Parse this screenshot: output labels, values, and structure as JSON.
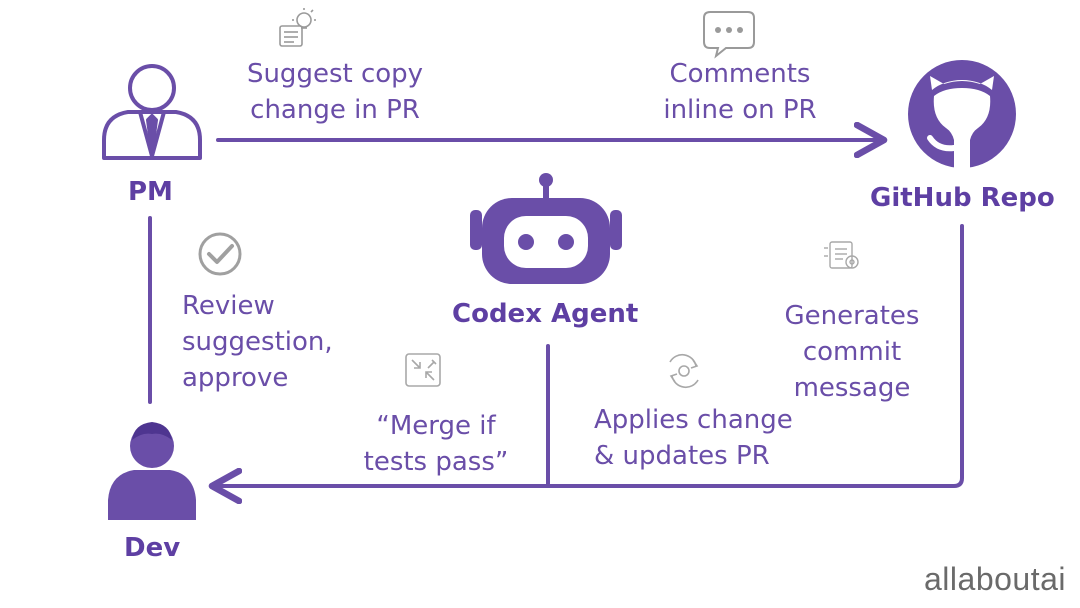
{
  "nodes": {
    "pm": "PM",
    "github": "GitHub Repo",
    "agent": "Codex Agent",
    "dev": "Dev"
  },
  "steps": {
    "suggest": [
      "Suggest copy",
      "change in PR"
    ],
    "comments": [
      "Comments",
      "inline on PR"
    ],
    "generates": [
      "Generates",
      "commit",
      "message"
    ],
    "applies": [
      "Applies change",
      "& updates PR"
    ],
    "merge": [
      "“Merge if",
      "tests pass”"
    ],
    "review": [
      "Review",
      "suggestion,",
      "approve"
    ]
  },
  "watermark": "allaboutai",
  "colors": {
    "primary": "#6a4ea8",
    "icon_gray": "#9a9a9a"
  },
  "icons": [
    "person-pm-icon",
    "github-icon",
    "robot-icon",
    "person-dev-icon",
    "lightbulb-doc-icon",
    "chat-bubble-icon",
    "check-circle-icon",
    "doc-gear-icon",
    "sync-gear-icon",
    "merge-arrows-icon"
  ]
}
